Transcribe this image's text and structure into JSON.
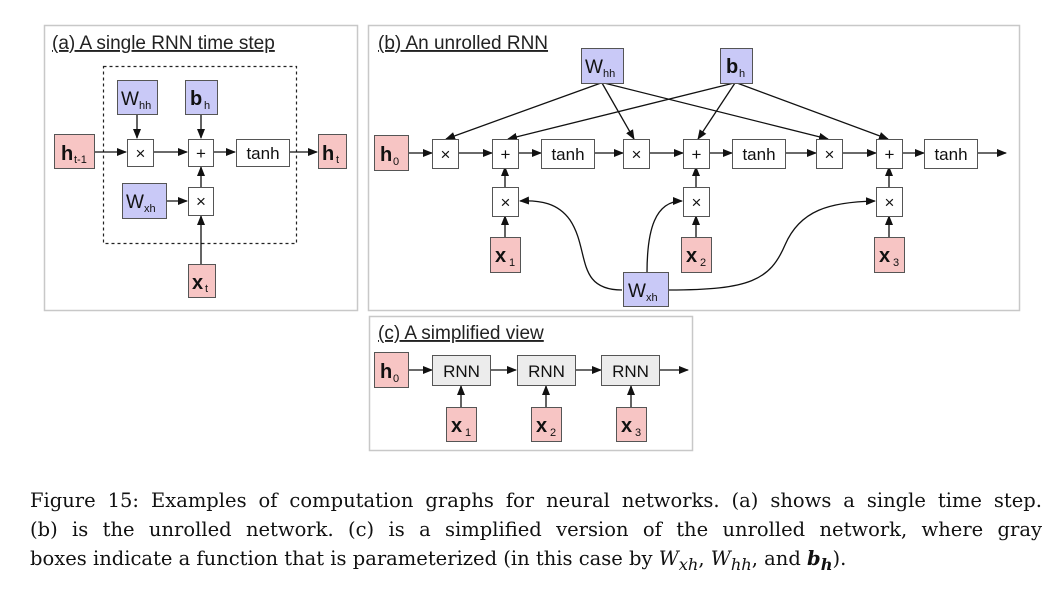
{
  "figure": {
    "panels": {
      "a": {
        "title": "(a) A single RNN time step",
        "nodes": {
          "h_prev": {
            "main": "h",
            "sub": "t-1",
            "kind": "state"
          },
          "W_hh": {
            "main": "W",
            "sub": "hh",
            "kind": "param"
          },
          "b_h": {
            "main": "b",
            "sub": "h",
            "kind": "param"
          },
          "W_xh": {
            "main": "W",
            "sub": "xh",
            "kind": "param"
          },
          "mul_h": {
            "label": "×",
            "kind": "op"
          },
          "add": {
            "label": "+",
            "kind": "op"
          },
          "mul_x": {
            "label": "×",
            "kind": "op"
          },
          "tanh": {
            "label": "tanh",
            "kind": "op"
          },
          "h_t": {
            "main": "h",
            "sub": "t",
            "kind": "state"
          },
          "x_t": {
            "main": "x",
            "sub": "t",
            "kind": "input"
          }
        }
      },
      "b": {
        "title": "(b) An unrolled RNN",
        "nodes": {
          "h0": {
            "main": "h",
            "sub": "0"
          },
          "W_hh": {
            "main": "W",
            "sub": "hh"
          },
          "b_h": {
            "main": "b",
            "sub": "h"
          },
          "W_xh": {
            "main": "W",
            "sub": "xh"
          },
          "mul": "×",
          "add": "+",
          "tanh": "tanh",
          "x1": {
            "main": "x",
            "sub": "1"
          },
          "x2": {
            "main": "x",
            "sub": "2"
          },
          "x3": {
            "main": "x",
            "sub": "3"
          }
        }
      },
      "c": {
        "title": "(c) A simplified view",
        "nodes": {
          "h0": {
            "main": "h",
            "sub": "0"
          },
          "rnn": "RNN",
          "x1": {
            "main": "x",
            "sub": "1"
          },
          "x2": {
            "main": "x",
            "sub": "2"
          },
          "x3": {
            "main": "x",
            "sub": "3"
          }
        }
      }
    },
    "colors": {
      "state_fill": "#f7c5c4",
      "param_fill": "#c9c9f7",
      "op_fill": "#ffffff",
      "rnn_fill": "#ececec",
      "stroke": "#555555",
      "panel_border": "#c8c8c8"
    },
    "caption": {
      "line1": "Figure 15: Examples of computation graphs for neural networks. (a) shows a single time step.",
      "line2": "(b) is the unrolled network. (c) is a simplified version of the unrolled network, where gray",
      "line3_pre": "boxes indicate a function that is parameterized (in this case by ",
      "W": "W",
      "xh": "xh",
      "hh": "hh",
      "sep": ", ",
      "and": ", and ",
      "b": "b",
      "h": "h",
      "end": ")."
    }
  }
}
